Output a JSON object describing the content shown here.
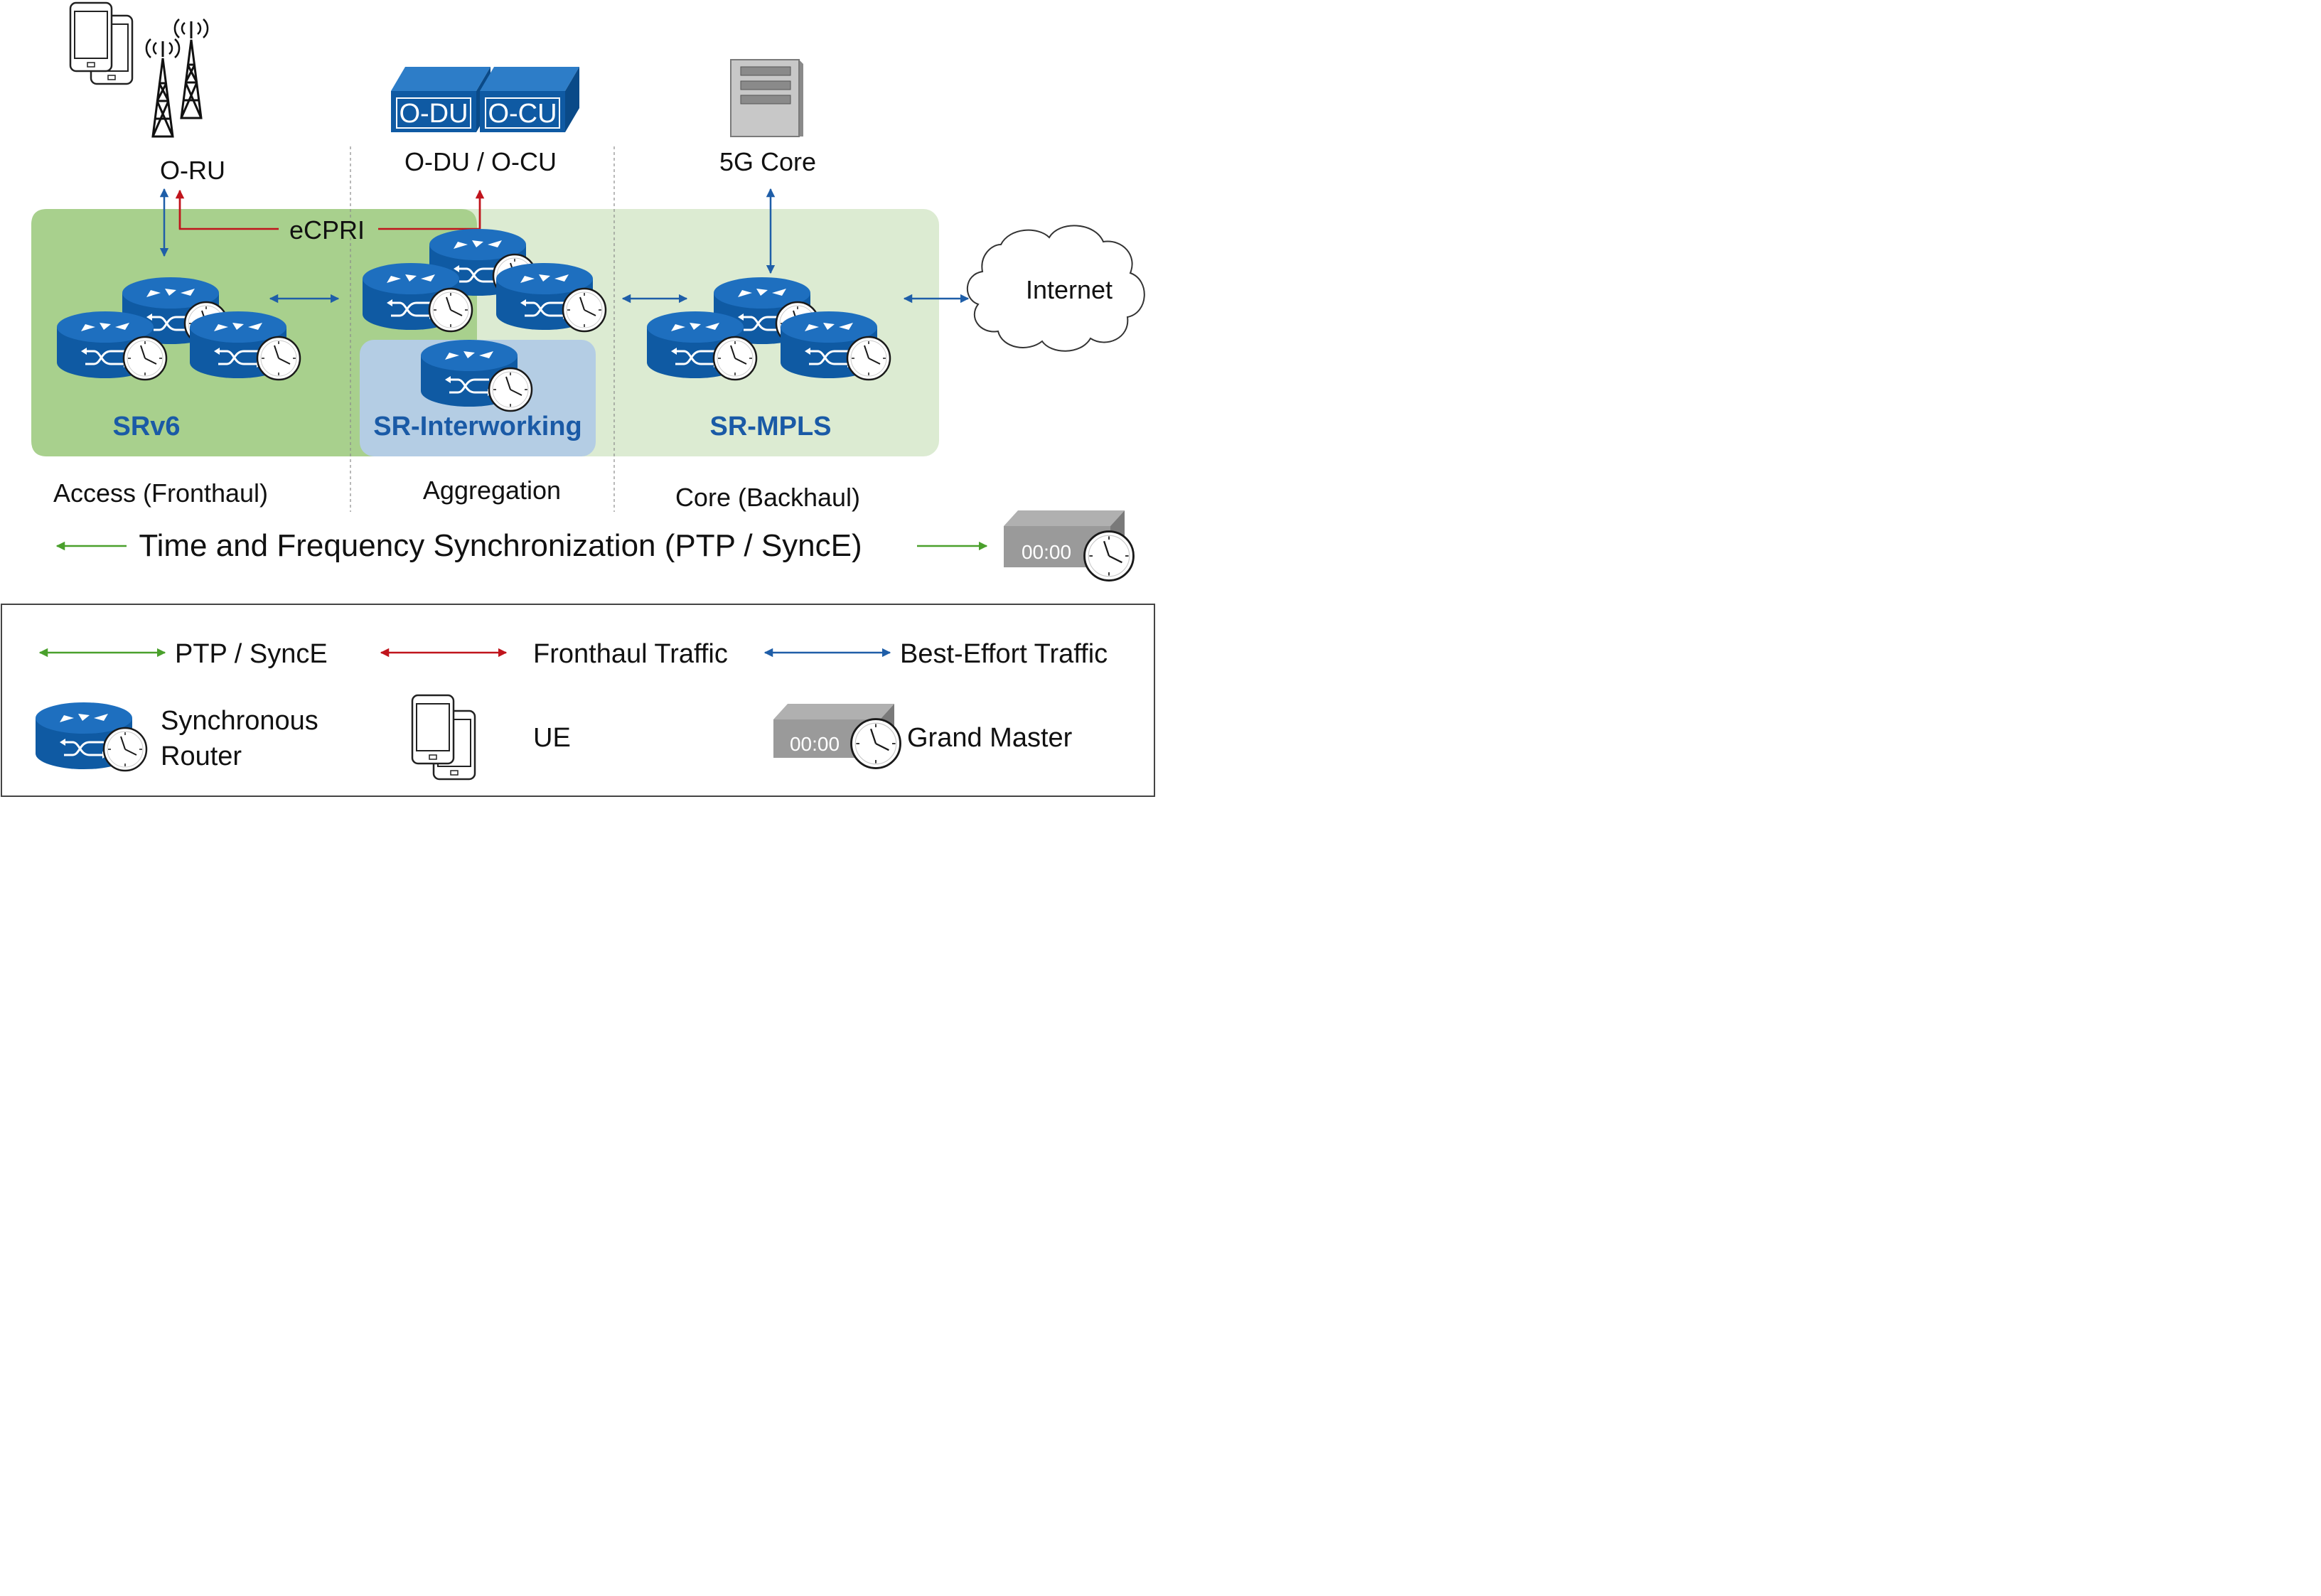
{
  "labels": {
    "oru": "O-RU",
    "odu_ocu": "O-DU / O-CU",
    "odu_box": "O-DU",
    "ocu_box": "O-CU",
    "core5g": "5G Core",
    "ecpri": "eCPRI",
    "internet": "Internet",
    "srv6": "SRv6",
    "sr_interworking": "SR-Interworking",
    "sr_mpls": "SR-MPLS",
    "access": "Access (Fronthaul)",
    "aggregation": "Aggregation",
    "core_backhaul": "Core (Backhaul)",
    "sync_title": "Time and Frequency Synchronization (PTP / SyncE)",
    "gm_display": "00:00"
  },
  "legend": {
    "ptp": "PTP / SyncE",
    "fronthaul": "Fronthaul Traffic",
    "best_effort": "Best-Effort Traffic",
    "router_line1": "Synchronous",
    "router_line2": "Router",
    "ue": "UE",
    "grand_master": "Grand Master",
    "gm_display": "00:00"
  },
  "colors": {
    "ptp_green": "#4aa02c",
    "fronthaul_red": "#c0141c",
    "best_effort_blue": "#1f5ea8",
    "router_blue": "#0f5aa3",
    "srv6_zone": "#a8d08d",
    "mpls_zone": "#dcebd2",
    "interworking_zone": "#b4cde4",
    "label_blue": "#1a5aa6"
  }
}
